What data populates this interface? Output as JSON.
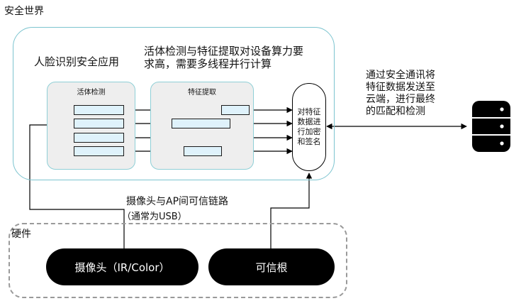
{
  "secure_world": {
    "label": "安全世界"
  },
  "face_app": {
    "label": "人脸识别安全应用"
  },
  "compute_note": {
    "line1": "活体检测与特征提取对设备算力要",
    "line2": "求高，需要多线程并行计算"
  },
  "liveness": {
    "label": "活体检测"
  },
  "feature": {
    "label": "特征提取"
  },
  "encrypt_sign": {
    "lines": [
      "对特征",
      "数据进",
      "行加密",
      "和签名"
    ]
  },
  "cloud_note": {
    "lines": [
      "通过安全通讯将",
      "特征数据发送至",
      "云端，进行最终",
      "的匹配和检测"
    ]
  },
  "link_note": {
    "line1": "摄像头与AP间可信链路",
    "line2": "（通常为USB）"
  },
  "hardware": {
    "label": "硬件"
  },
  "camera": {
    "label": "摄像头（IR/Color）"
  },
  "trusted_root": {
    "label": "可信根"
  },
  "icons": {
    "server": "database-server-icon"
  },
  "colors": {
    "accent": "#7cc4cf",
    "bar_fill": "#dff2fb",
    "pill": "#000000"
  }
}
